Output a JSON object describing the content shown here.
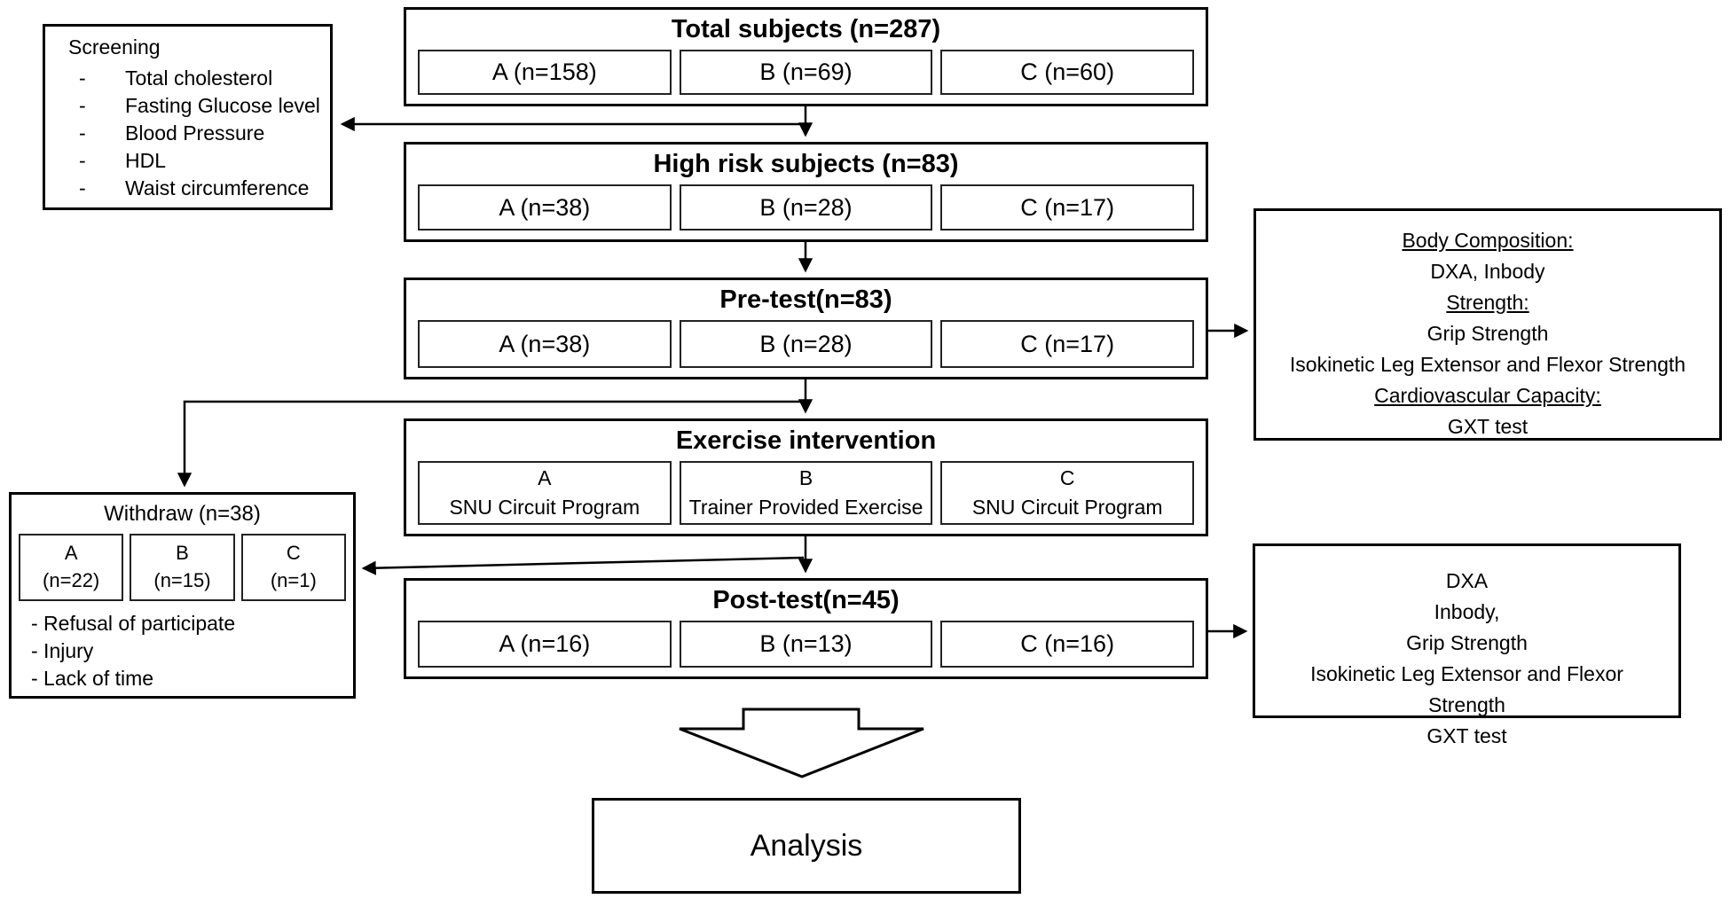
{
  "diagram": {
    "total_subjects": {
      "title": "Total subjects (n=287)",
      "groups": [
        "A (n=158)",
        "B (n=69)",
        "C (n=60)"
      ]
    },
    "screening": {
      "title": "Screening",
      "items": [
        "Total cholesterol",
        "Fasting Glucose level",
        "Blood Pressure",
        "HDL",
        "Waist circumference"
      ],
      "dash": "-"
    },
    "high_risk": {
      "title": "High risk subjects (n=83)",
      "groups": [
        "A (n=38)",
        "B (n=28)",
        "C (n=17)"
      ]
    },
    "pre_test": {
      "title": "Pre-test(n=83)",
      "groups": [
        "A (n=38)",
        "B (n=28)",
        "C (n=17)"
      ]
    },
    "pre_measures": {
      "lines": [
        "Body Composition:",
        "DXA, Inbody",
        "Strength:",
        "Grip Strength",
        "Isokinetic Leg Extensor and Flexor Strength",
        "Cardiovascular Capacity:",
        "GXT test"
      ]
    },
    "intervention": {
      "title": "Exercise intervention",
      "groups": [
        {
          "label": "A",
          "program": "SNU Circuit Program"
        },
        {
          "label": "B",
          "program": "Trainer Provided Exercise"
        },
        {
          "label": "C",
          "program": "SNU Circuit Program"
        }
      ]
    },
    "withdraw": {
      "title": "Withdraw (n=38)",
      "groups": [
        {
          "label": "A",
          "count": "(n=22)"
        },
        {
          "label": "B",
          "count": "(n=15)"
        },
        {
          "label": "C",
          "count": "(n=1)"
        }
      ],
      "reasons": [
        "- Refusal of participate",
        "- Injury",
        "- Lack of time"
      ]
    },
    "post_test": {
      "title": "Post-test(n=45)",
      "groups": [
        "A (n=16)",
        "B (n=13)",
        "C (n=16)"
      ]
    },
    "post_measures": {
      "lines": [
        "DXA",
        "Inbody,",
        "Grip Strength",
        "Isokinetic Leg Extensor and Flexor",
        "Strength",
        "GXT test"
      ]
    },
    "analysis": {
      "title": "Analysis"
    }
  },
  "colors": {
    "ink": "#000000",
    "background": "#ffffff"
  }
}
